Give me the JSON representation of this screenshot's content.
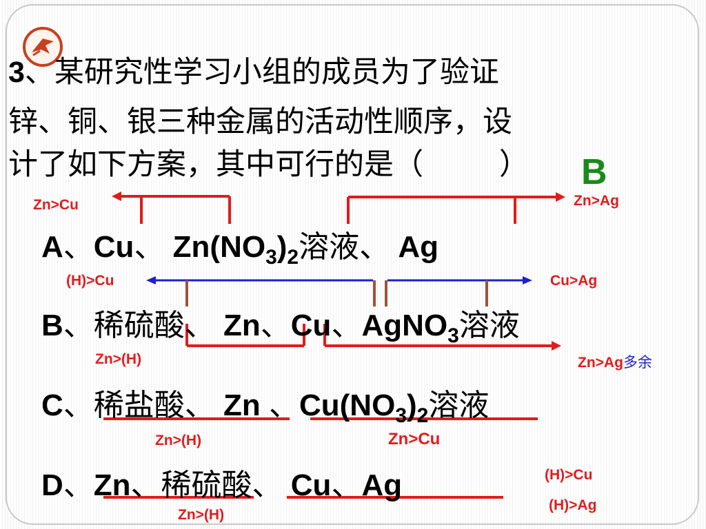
{
  "question": {
    "number": "3",
    "line1": "、某研究性学习小组的成员为了验证",
    "line2": "锌、铜、银三种金属的活动性顺序，设",
    "line3_a": "计了如下方案，其中可行的是（",
    "line3_b": "）",
    "answer": "B"
  },
  "options": {
    "a": {
      "letter": "A",
      "sep1": "、",
      "t1": "Cu",
      "sep2": "、 ",
      "t2": "Zn(NO",
      "sub1": "3",
      "t3": ")",
      "sub2": "2",
      "t4": "溶液",
      "sep3": "、 ",
      "t5": "Ag"
    },
    "b": {
      "letter": "B",
      "sep1": "、",
      "t1": "稀硫酸",
      "sep2": "、 ",
      "t2": "Zn",
      "sep3": "、",
      "t3": "Cu",
      "sep4": "、",
      "t4": "AgNO",
      "sub1": "3",
      "t5": "溶液"
    },
    "c": {
      "letter": "C",
      "sep1": "、",
      "t1": "稀盐酸",
      "sep2": "、 ",
      "t2": "Zn ",
      "sep3": "、",
      "t3": "Cu(NO",
      "sub1": "3",
      "t4": ")",
      "sub2": "2",
      "t5": "溶液"
    },
    "d": {
      "letter": "D",
      "sep1": "、",
      "t1": "Zn",
      "sep2": "、",
      "t2": "稀硫酸",
      "sep3": "、 ",
      "t3": "Cu",
      "sep4": "、",
      "t4": "Ag"
    }
  },
  "annotations": {
    "a_left": "Zn>Cu",
    "a_right": "Zn>Ag",
    "b_left": "(H)>Cu",
    "b_right": "Cu>Ag",
    "b_low_left": "Zn>(H)",
    "b_low_right": "Zn>Ag",
    "b_low_right_note": "多余",
    "c_left": "Zn>(H)",
    "c_right": "Zn>Cu",
    "d_right1": "(H)>Cu",
    "d_right2": "(H)>Ag",
    "d_bottom": "Zn>(H)"
  },
  "colors": {
    "red": "#e21b1b",
    "blue": "#1f1fd0",
    "brown": "#a0523a",
    "green": "#1a8a1a"
  },
  "icons": {
    "logo": "rocket-emblem-icon"
  }
}
